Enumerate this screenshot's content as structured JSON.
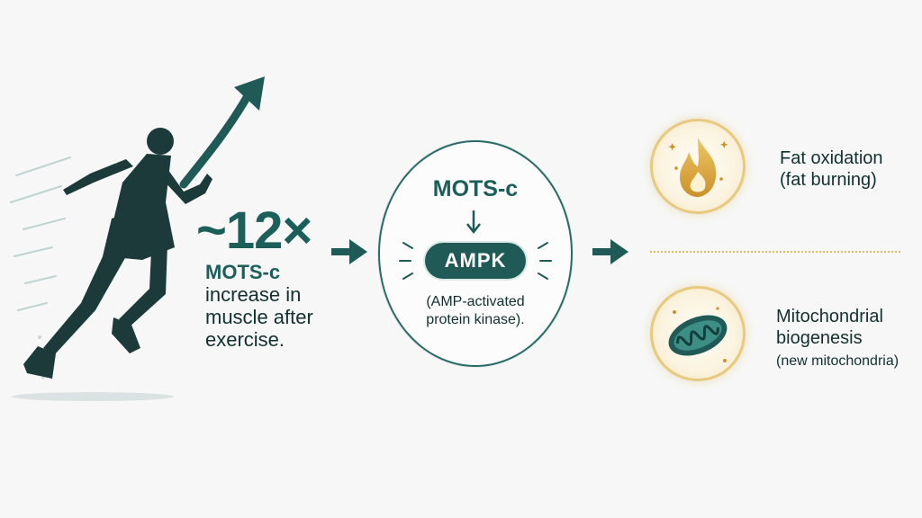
{
  "left": {
    "fold_change": "~12×",
    "subject": "MOTS-c",
    "description_lines": [
      "increase in",
      "muscle after",
      "exercise."
    ]
  },
  "center": {
    "top_label": "MOTS-c",
    "pill_label": "AMPK",
    "pill_description_lines": [
      "(AMP-activated",
      "protein kinase)."
    ]
  },
  "outcomes": [
    {
      "icon": "flame-icon",
      "title_lines": [
        "Fat oxidation",
        "(fat burning)"
      ]
    },
    {
      "icon": "mitochondria-icon",
      "title_lines": [
        "Mitochondrial",
        "biogenesis"
      ],
      "note": "(new mitochondria)"
    }
  ],
  "colors": {
    "teal_dark": "#1f5a56",
    "teal": "#1c5f5a",
    "gold": "#e7c97f",
    "text": "#12302f"
  }
}
